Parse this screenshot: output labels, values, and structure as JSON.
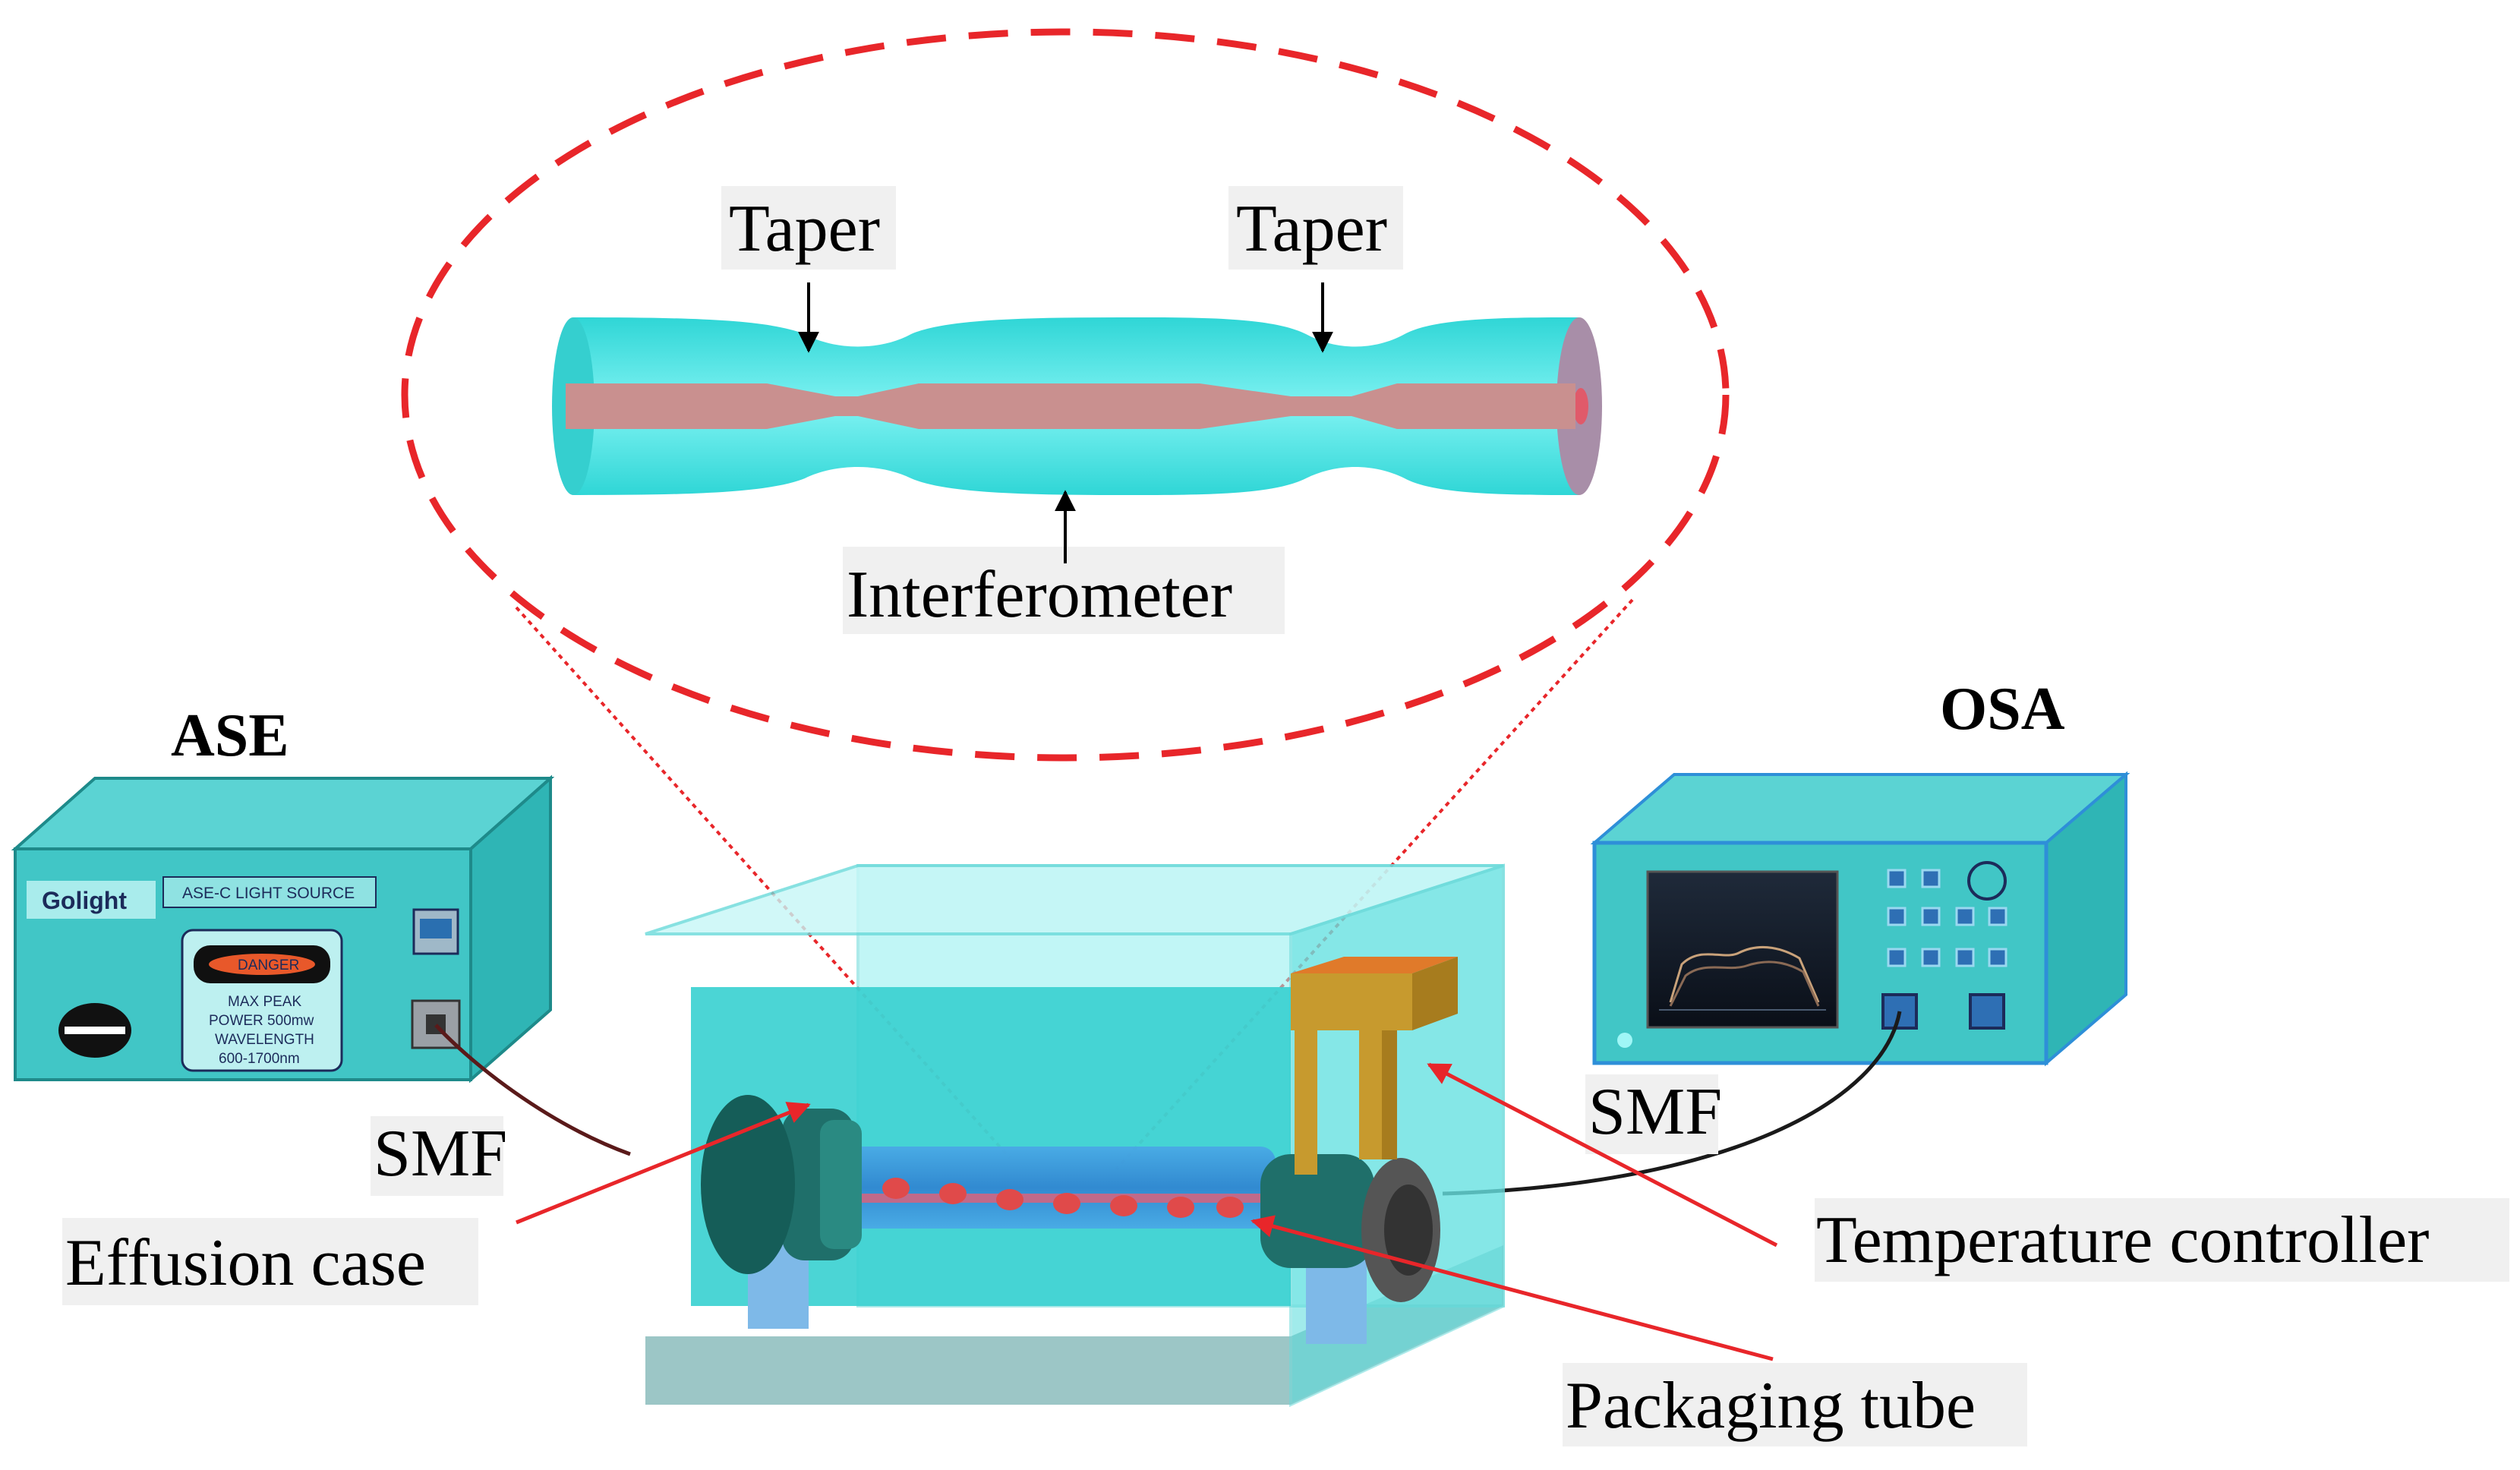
{
  "labels": {
    "taper_left": "Taper",
    "taper_right": "Taper",
    "interferometer": "Interferometer",
    "ase": "ASE",
    "osa": "OSA",
    "smf_left": "SMF",
    "smf_right": "SMF",
    "effusion_case": "Effusion case",
    "temperature_controller": "Temperature controller",
    "packaging_tube": "Packaging tube"
  },
  "ase_device": {
    "brand": "Golight",
    "model": "ASE-C LIGHT SOURCE",
    "danger": "DANGER",
    "warning_line1": "MAX PEAK",
    "warning_line2": "POWER 500mw",
    "warning_line3": "WAVELENGTH",
    "warning_line4": "600-1700nm"
  },
  "colors": {
    "fiber_cladding": "#55e3e3",
    "fiber_core": "#c9908f",
    "zoom_ellipse": "#e8262a",
    "pointer_arrow": "#e8262a",
    "device_body": "#41c6c6",
    "water_bath": "#7eeaea",
    "heater": "#c79a2e"
  }
}
